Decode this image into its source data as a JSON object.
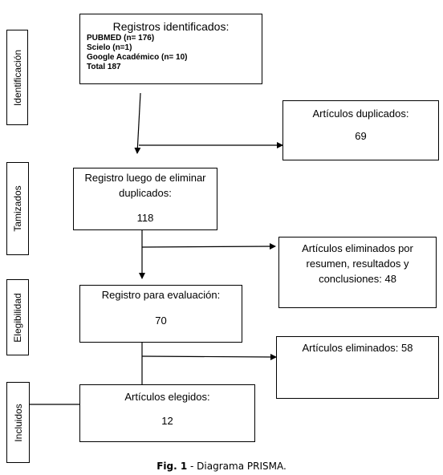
{
  "stages": {
    "identification": "Identificación",
    "screening": "Tamizados",
    "eligibility": "Elegibilidad",
    "included": "Incluidos"
  },
  "records_identified": {
    "title": "Registros identificados:",
    "sources": [
      "PUBMED (n= 176)",
      "Scielo (n=1)",
      "Google Académico (n= 10)",
      "Total 187"
    ]
  },
  "duplicates": {
    "title": "Artículos duplicados:",
    "count": "69"
  },
  "after_duplicates": {
    "lines": [
      "Registro luego de eliminar",
      "duplicados:"
    ],
    "count": "118"
  },
  "excluded_abstract": {
    "lines": [
      "Artículos eliminados por",
      "resumen, resultados y",
      "conclusiones:  48"
    ]
  },
  "for_evaluation": {
    "title": "Registro para evaluación:",
    "count": "70"
  },
  "excluded": {
    "title": "Artículos eliminados: 58"
  },
  "included": {
    "title": "Artículos elegidos:",
    "count": "12"
  },
  "caption": {
    "label": "Fig. 1",
    "text": " - Diagrama PRISMA."
  }
}
